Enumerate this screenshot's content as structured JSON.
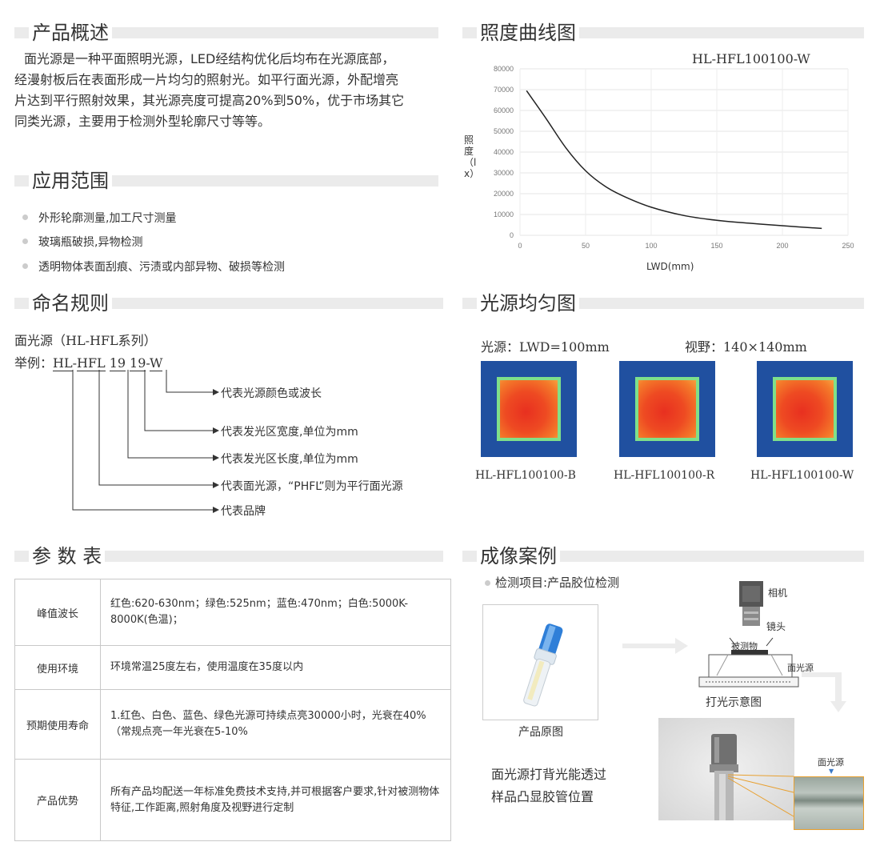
{
  "overview": {
    "title": "产品概述",
    "lines": [
      "面光源是一种平面照明光源，LED经结构优化后均布在光源底部，",
      "经漫射板后在表面形成一片均匀的照射光。如平行面光源，外配增亮",
      "片达到平行照射效果，其光源亮度可提高20%到50%，优于市场其它",
      "同类光源，主要用于检测外型轮廓尺寸等等。"
    ]
  },
  "application": {
    "title": "应用范围",
    "items": [
      "外形轮廓测量,加工尺寸测量",
      "玻璃瓶破损,异物检测",
      "透明物体表面刮痕、污渍或内部异物、破损等检测"
    ]
  },
  "naming": {
    "title": "命名规则",
    "series": "面光源（HL-HFL系列）",
    "example_prefix": "举例：",
    "parts": [
      "HL",
      "HFL",
      "19",
      "19",
      "W"
    ],
    "separators": [
      "-",
      "",
      "",
      "-"
    ],
    "explanations": [
      "代表光源颜色或波长",
      "代表发光区宽度,单位为mm",
      "代表发光区长度,单位为mm",
      "代表面光源，“PHFL”则为平行面光源",
      "代表品牌"
    ]
  },
  "params": {
    "title": "参 数 表",
    "rows": [
      {
        "key": "峰值波长",
        "value": "红色:620-630nm；绿色:525nm；蓝色:470nm；白色:5000K-8000K(色温)；"
      },
      {
        "key": "使用环境",
        "value": "环境常温25度左右，使用温度在35度以内"
      },
      {
        "key": "预期使用寿命",
        "value": "1.红色、白色、蓝色、绿色光源可持续点亮30000小时，光衰在40%（常规点亮一年光衰在5-10%"
      },
      {
        "key": "产品优势",
        "value": "所有产品均配送一年标准免费技术支持,并可根据客户要求,针对被测物体特征,工作距离,照射角度及视野进行定制"
      }
    ]
  },
  "illuminance": {
    "title": "照度曲线图"
  },
  "chart_data": {
    "type": "line",
    "title": "HL-HFL100100-W",
    "xlabel": "LWD(mm)",
    "ylabel": "照度（lx）",
    "xlim": [
      0,
      250
    ],
    "ylim": [
      0,
      80000
    ],
    "xticks": [
      0,
      50,
      100,
      150,
      200,
      250
    ],
    "yticks": [
      0,
      10000,
      20000,
      30000,
      40000,
      50000,
      60000,
      70000,
      80000
    ],
    "grid": true,
    "series": [
      {
        "x": [
          5,
          20,
          35,
          50,
          65,
          80,
          100,
          125,
          150,
          175,
          200,
          230
        ],
        "values": [
          69500,
          56000,
          42000,
          31000,
          23500,
          18500,
          13500,
          9500,
          7200,
          5800,
          4600,
          3300
        ]
      }
    ],
    "color": "#222222"
  },
  "uniformity": {
    "title": "光源均匀图",
    "light_label": "光源：LWD=100mm",
    "view_label": "视野：140×140mm",
    "captions": [
      "HL-HFL100100-B",
      "HL-HFL100100-R",
      "HL-HFL100100-W"
    ]
  },
  "case": {
    "title": "成像案例",
    "item": "检测项目:产品胶位检测",
    "original_caption": "产品原图",
    "diagram_caption": "打光示意图",
    "camera_label": "相机",
    "lens_label": "镜头",
    "object_label": "被测物",
    "light_label": "面光源",
    "result_light_label": "面光源",
    "desc_lines": [
      "面光源打背光能透过",
      "样品凸显胶管位置"
    ]
  },
  "colors": {
    "heat_bg": "#2050a0",
    "heat_edge": "#7fe08a",
    "heat_core": "#e83020",
    "accent_line": "#e8a030"
  }
}
